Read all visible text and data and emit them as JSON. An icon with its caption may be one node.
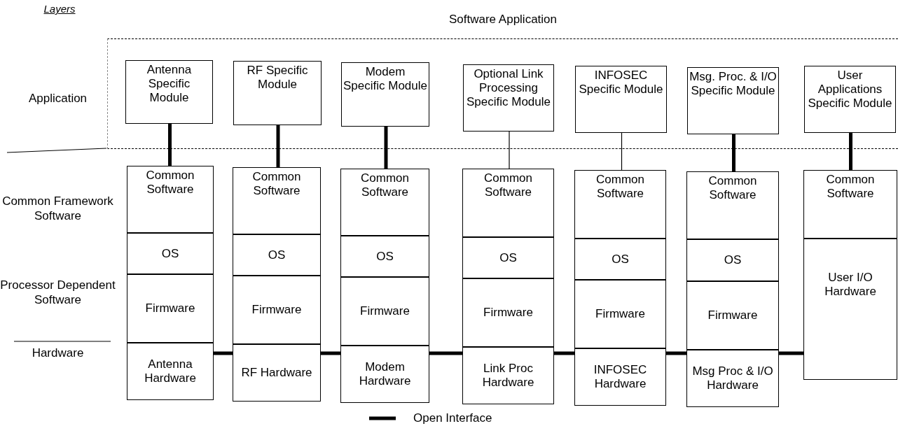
{
  "diagram": {
    "nodes": [
      {
        "text": [
          "Software Application"
        ]
      },
      {
        "text": [
          "Antenna Specific Module"
        ],
        "in": 0
      },
      {
        "text": [
          "RF Specific Module"
        ],
        "in": 0
      },
      {
        "text": [
          "Modem Specific Module"
        ],
        "in": 0
      },
      {
        "text": [
          "Optional Link Processing Specific Module"
        ],
        "in": 0
      },
      {
        "text": [
          "INFOSEC Specific Module"
        ],
        "in": 0
      },
      {
        "text": [
          "Msg. Proc. & I/O Specific Module"
        ],
        "in": 0
      },
      {
        "text": [
          "User Applications Specific Module"
        ],
        "in": 0
      },
      {
        "text": [
          "Common Software"
        ]
      },
      {
        "text": [
          "Common Software"
        ]
      },
      {
        "text": [
          "Common Software"
        ]
      },
      {
        "text": [
          "Common Software"
        ]
      },
      {
        "text": [
          "Common Software"
        ]
      },
      {
        "text": [
          "Common Software"
        ]
      },
      {
        "text": [
          "Common Software"
        ]
      },
      {
        "text": [
          "OS"
        ]
      },
      {
        "text": [
          "OS"
        ]
      },
      {
        "text": [
          "OS"
        ]
      },
      {
        "text": [
          "OS"
        ]
      },
      {
        "text": [
          "OS"
        ]
      },
      {
        "text": [
          "OS"
        ]
      },
      {
        "text": [
          "Firmware"
        ]
      },
      {
        "text": [
          "Firmware"
        ]
      },
      {
        "text": [
          "Firmware"
        ]
      },
      {
        "text": [
          "Firmware"
        ]
      },
      {
        "text": [
          "Firmware"
        ]
      },
      {
        "text": [
          "Firmware"
        ]
      },
      {
        "text": [
          "Antenna Hardware"
        ]
      },
      {
        "text": [
          "RF Hardware"
        ]
      },
      {
        "text": [
          "Modem Hardware"
        ]
      },
      {
        "text": [
          "Link Proc Hardware"
        ]
      },
      {
        "text": [
          "INFOSEC Hardware"
        ]
      },
      {
        "text": [
          "Msg Proc & I/O Hardware"
        ]
      },
      {
        "text": [
          "User I/O Hardware"
        ]
      }
    ],
    "edges": [
      {
        "from": 1,
        "to": 8,
        "arrow": "none"
      },
      {
        "from": 2,
        "to": 9,
        "arrow": "none"
      },
      {
        "from": 3,
        "to": 10,
        "arrow": "none"
      },
      {
        "from": 4,
        "to": 11,
        "arrow": "none"
      },
      {
        "from": 5,
        "to": 12,
        "arrow": "none"
      },
      {
        "from": 6,
        "to": 13,
        "arrow": "none"
      },
      {
        "from": 7,
        "to": 14,
        "arrow": "none"
      },
      {
        "from": 27,
        "to": 28,
        "arrow": "none"
      },
      {
        "from": 28,
        "to": 29,
        "arrow": "none"
      },
      {
        "from": 29,
        "to": 30,
        "arrow": "none"
      },
      {
        "from": 30,
        "to": 31,
        "arrow": "none"
      },
      {
        "from": 31,
        "to": 32,
        "arrow": "none"
      },
      {
        "from": 32,
        "to": 33,
        "arrow": "none"
      }
    ],
    "labels": [
      "Layers",
      "Application",
      "Common Framework Software",
      "Processor Dependent Software",
      "Hardware"
    ],
    "legend": [
      {
        "text": "Open Interface"
      }
    ]
  }
}
